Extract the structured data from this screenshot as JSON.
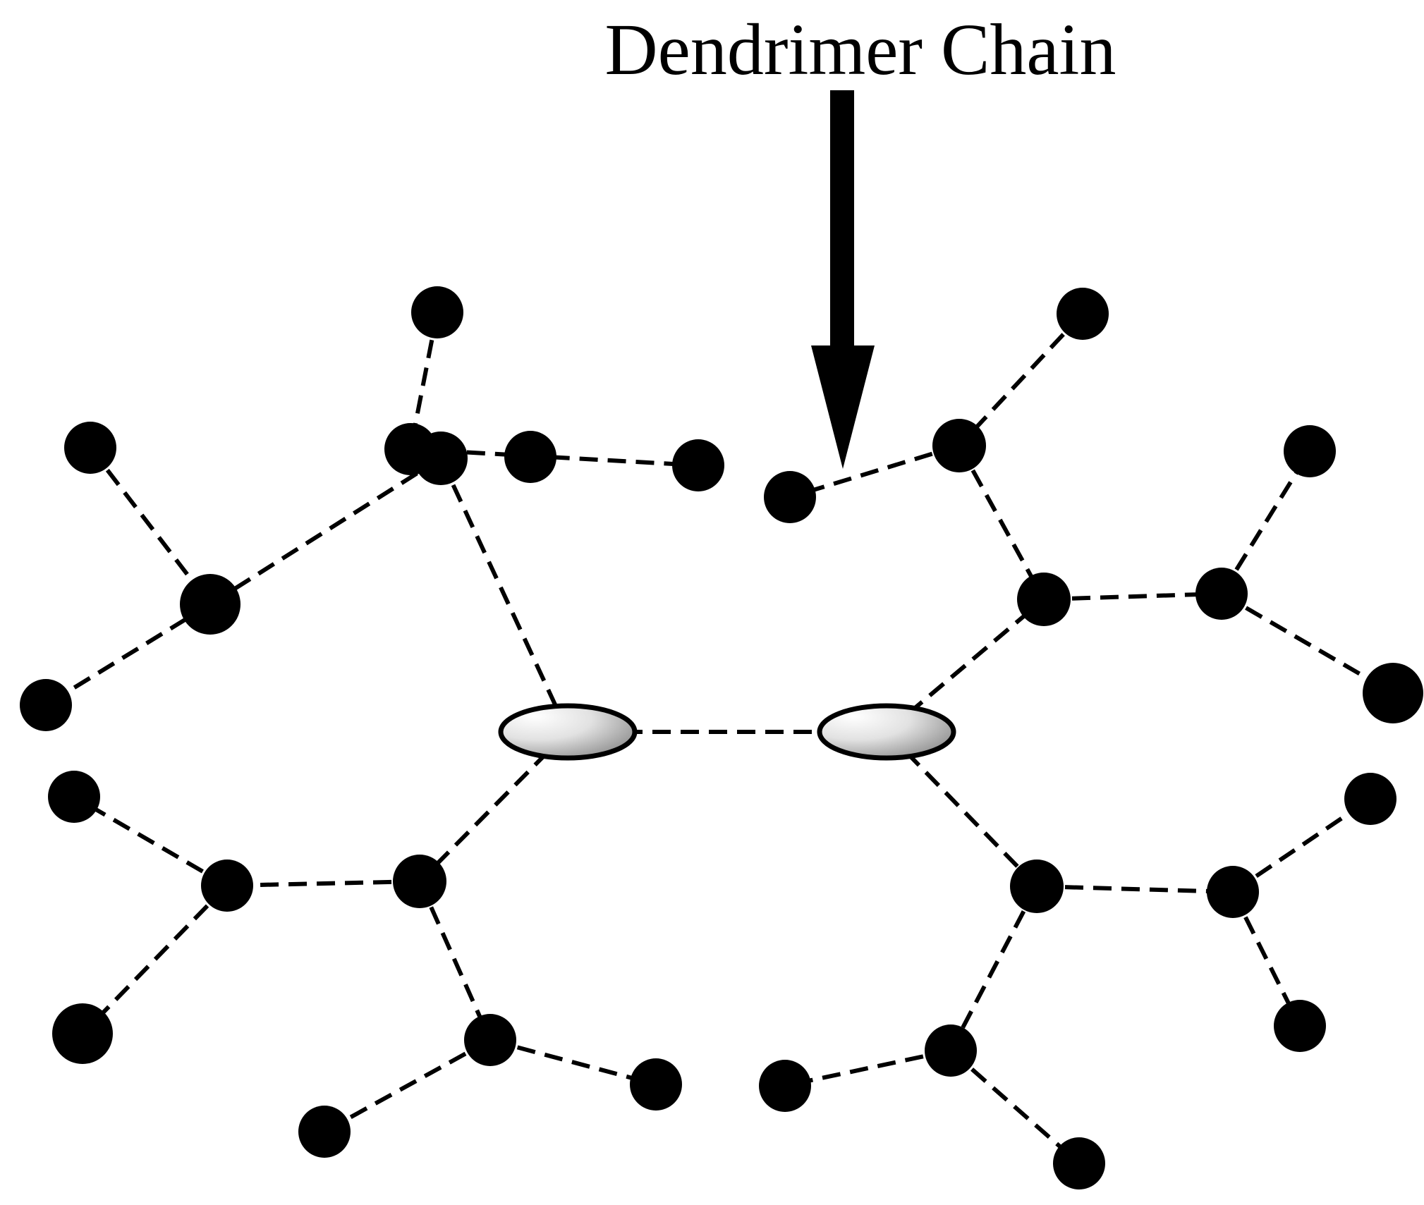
{
  "diagram": {
    "title": "Dendrimer Chain",
    "colors": {
      "background": "#ffffff",
      "ink": "#000000",
      "core_highlight": "#ffffff",
      "core_shadow": "#8a8a8a"
    },
    "node_icon": "solid-black-circle",
    "core_icon": "shaded-ellipse",
    "bond_style": "dashed-line"
  }
}
